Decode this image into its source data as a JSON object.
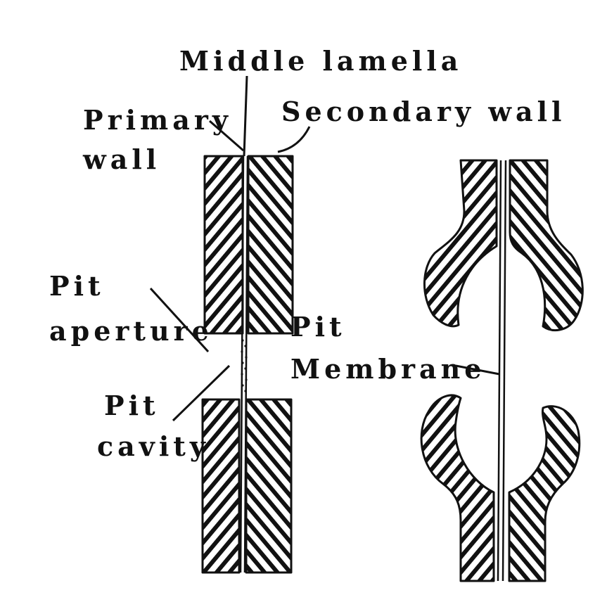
{
  "labels": {
    "middle_lamella": "Middle lamella",
    "secondary_wall": "Secondary wall",
    "primary_wall_line1": "Primary",
    "primary_wall_line2": "wall",
    "pit_aperture_line1": "Pit",
    "pit_aperture_line2": "aperture",
    "pit_membrane_line1": "Pit",
    "pit_membrane_line2": "Membrane",
    "pit_cavity_line1": "Pit",
    "pit_cavity_line2": "cavity"
  },
  "colors": {
    "ink": "#111111",
    "paper": "#ffffff"
  }
}
